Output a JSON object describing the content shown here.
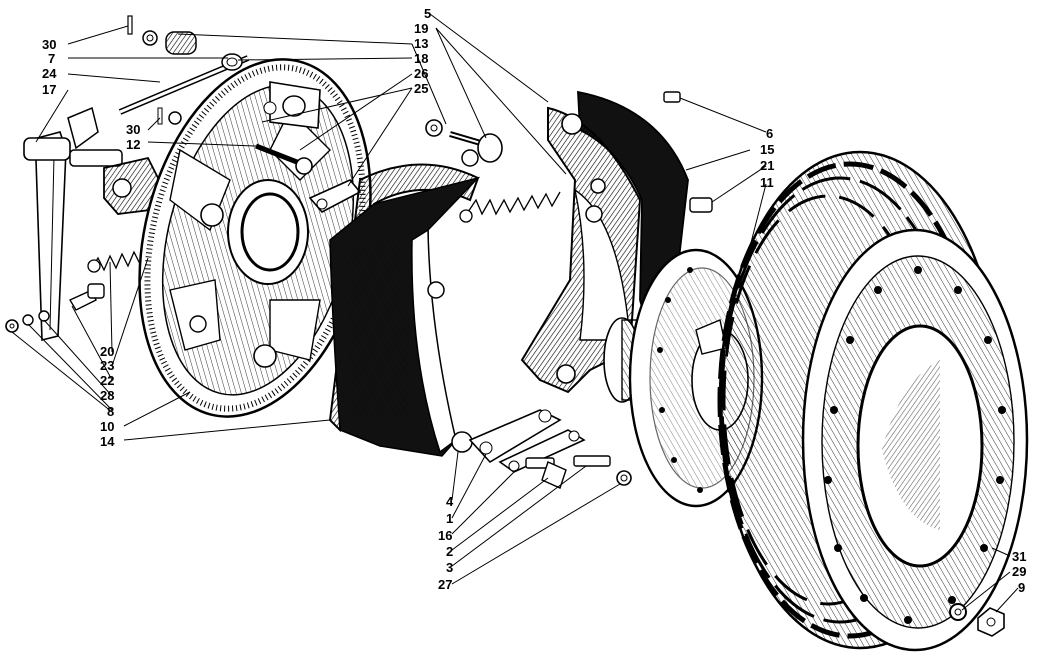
{
  "diagram": {
    "labels_left": [
      "30",
      "7",
      "24",
      "17",
      "30",
      "12",
      "20",
      "23",
      "22",
      "28",
      "8",
      "10",
      "14"
    ],
    "labels_top": [
      "5",
      "19",
      "13",
      "18",
      "26",
      "25"
    ],
    "labels_right": [
      "6",
      "15",
      "21",
      "11"
    ],
    "labels_bottom": [
      "4",
      "1",
      "16",
      "2",
      "3",
      "27"
    ],
    "labels_bottom_right": [
      "31",
      "29",
      "9"
    ]
  }
}
